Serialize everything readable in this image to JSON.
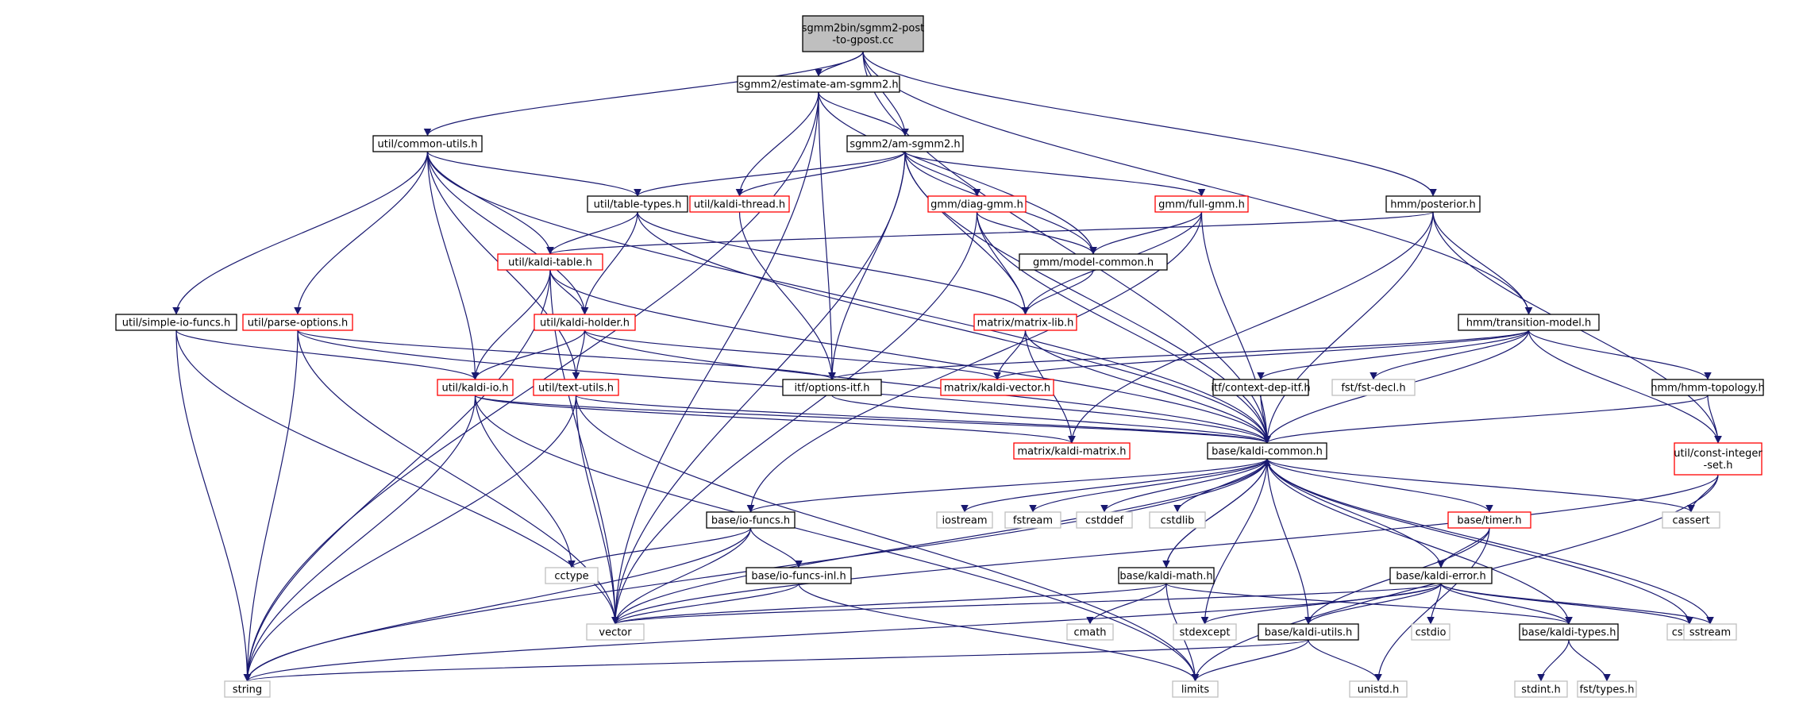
{
  "colors": {
    "edge": "#191970",
    "box_normal": "#000000",
    "box_truncated": "#ff0000",
    "box_external": "#bfbfbf",
    "root_fill": "#bfbfbf"
  },
  "nodes": [
    {
      "id": "root",
      "label": [
        "sgmm2bin/sgmm2-post",
        "-to-gpost.cc"
      ],
      "kind": "root"
    },
    {
      "id": "estimate",
      "label": [
        "sgmm2/estimate-am-sgmm2.h"
      ],
      "kind": "normal"
    },
    {
      "id": "commonutils",
      "label": [
        "util/common-utils.h"
      ],
      "kind": "normal"
    },
    {
      "id": "amsgmm2",
      "label": [
        "sgmm2/am-sgmm2.h"
      ],
      "kind": "normal"
    },
    {
      "id": "posterior",
      "label": [
        "hmm/posterior.h"
      ],
      "kind": "normal"
    },
    {
      "id": "tabletypes",
      "label": [
        "util/table-types.h"
      ],
      "kind": "normal"
    },
    {
      "id": "kaldithread",
      "label": [
        "util/kaldi-thread.h"
      ],
      "kind": "truncated"
    },
    {
      "id": "diaggmm",
      "label": [
        "gmm/diag-gmm.h"
      ],
      "kind": "truncated"
    },
    {
      "id": "fullgmm",
      "label": [
        "gmm/full-gmm.h"
      ],
      "kind": "truncated"
    },
    {
      "id": "kalditable",
      "label": [
        "util/kaldi-table.h"
      ],
      "kind": "truncated"
    },
    {
      "id": "modelcommon",
      "label": [
        "gmm/model-common.h"
      ],
      "kind": "normal"
    },
    {
      "id": "simpleio",
      "label": [
        "util/simple-io-funcs.h"
      ],
      "kind": "normal"
    },
    {
      "id": "parseoptions",
      "label": [
        "util/parse-options.h"
      ],
      "kind": "truncated"
    },
    {
      "id": "kaldiholder",
      "label": [
        "util/kaldi-holder.h"
      ],
      "kind": "truncated"
    },
    {
      "id": "matrixlib",
      "label": [
        "matrix/matrix-lib.h"
      ],
      "kind": "truncated"
    },
    {
      "id": "transmodel",
      "label": [
        "hmm/transition-model.h"
      ],
      "kind": "normal"
    },
    {
      "id": "kaldiio",
      "label": [
        "util/kaldi-io.h"
      ],
      "kind": "truncated"
    },
    {
      "id": "textutils",
      "label": [
        "util/text-utils.h"
      ],
      "kind": "truncated"
    },
    {
      "id": "optionsitf",
      "label": [
        "itf/options-itf.h"
      ],
      "kind": "normal"
    },
    {
      "id": "kaldivector",
      "label": [
        "matrix/kaldi-vector.h"
      ],
      "kind": "truncated"
    },
    {
      "id": "contextdep",
      "label": [
        "itf/context-dep-itf.h"
      ],
      "kind": "normal"
    },
    {
      "id": "fstdecl",
      "label": [
        "fst/fst-decl.h"
      ],
      "kind": "external"
    },
    {
      "id": "hmmtopo",
      "label": [
        "hmm/hmm-topology.h"
      ],
      "kind": "normal"
    },
    {
      "id": "kaldimatrix",
      "label": [
        "matrix/kaldi-matrix.h"
      ],
      "kind": "truncated"
    },
    {
      "id": "kaldicommon",
      "label": [
        "base/kaldi-common.h"
      ],
      "kind": "normal"
    },
    {
      "id": "constint",
      "label": [
        "util/const-integer",
        "-set.h"
      ],
      "kind": "truncated"
    },
    {
      "id": "iofuncs",
      "label": [
        "base/io-funcs.h"
      ],
      "kind": "normal"
    },
    {
      "id": "iostream",
      "label": [
        "iostream"
      ],
      "kind": "external"
    },
    {
      "id": "fstream",
      "label": [
        "fstream"
      ],
      "kind": "external"
    },
    {
      "id": "cstddef",
      "label": [
        "cstddef"
      ],
      "kind": "external"
    },
    {
      "id": "cstdlib",
      "label": [
        "cstdlib"
      ],
      "kind": "external"
    },
    {
      "id": "timer",
      "label": [
        "base/timer.h"
      ],
      "kind": "truncated"
    },
    {
      "id": "cassert",
      "label": [
        "cassert"
      ],
      "kind": "external"
    },
    {
      "id": "cctype",
      "label": [
        "cctype"
      ],
      "kind": "external"
    },
    {
      "id": "iofuncsinl",
      "label": [
        "base/io-funcs-inl.h"
      ],
      "kind": "normal"
    },
    {
      "id": "kaldimath",
      "label": [
        "base/kaldi-math.h"
      ],
      "kind": "normal"
    },
    {
      "id": "kaldierror",
      "label": [
        "base/kaldi-error.h"
      ],
      "kind": "normal"
    },
    {
      "id": "vector",
      "label": [
        "vector"
      ],
      "kind": "external"
    },
    {
      "id": "cmath",
      "label": [
        "cmath"
      ],
      "kind": "external"
    },
    {
      "id": "stdexcept",
      "label": [
        "stdexcept"
      ],
      "kind": "external"
    },
    {
      "id": "kaldiutils",
      "label": [
        "base/kaldi-utils.h"
      ],
      "kind": "normal"
    },
    {
      "id": "cstdio",
      "label": [
        "cstdio"
      ],
      "kind": "external"
    },
    {
      "id": "kalditypes",
      "label": [
        "base/kaldi-types.h"
      ],
      "kind": "normal"
    },
    {
      "id": "cstring",
      "label": [
        "cstring"
      ],
      "kind": "external"
    },
    {
      "id": "sstream",
      "label": [
        "sstream"
      ],
      "kind": "external"
    },
    {
      "id": "string",
      "label": [
        "string"
      ],
      "kind": "external"
    },
    {
      "id": "limits",
      "label": [
        "limits"
      ],
      "kind": "external"
    },
    {
      "id": "unistd",
      "label": [
        "unistd.h"
      ],
      "kind": "external"
    },
    {
      "id": "stdint",
      "label": [
        "stdint.h"
      ],
      "kind": "external"
    },
    {
      "id": "fsttypes",
      "label": [
        "fst/types.h"
      ],
      "kind": "external"
    }
  ],
  "edges": [
    [
      "root",
      "estimate"
    ],
    [
      "root",
      "commonutils"
    ],
    [
      "root",
      "amsgmm2"
    ],
    [
      "root",
      "posterior"
    ],
    [
      "root",
      "transmodel"
    ],
    [
      "root",
      "kaldicommon"
    ],
    [
      "estimate",
      "amsgmm2"
    ],
    [
      "estimate",
      "kaldithread"
    ],
    [
      "estimate",
      "optionsitf"
    ],
    [
      "estimate",
      "modelcommon"
    ],
    [
      "estimate",
      "string"
    ],
    [
      "estimate",
      "vector"
    ],
    [
      "commonutils",
      "tabletypes"
    ],
    [
      "commonutils",
      "kalditable"
    ],
    [
      "commonutils",
      "simpleio"
    ],
    [
      "commonutils",
      "parseoptions"
    ],
    [
      "commonutils",
      "kaldiholder"
    ],
    [
      "commonutils",
      "kaldiio"
    ],
    [
      "commonutils",
      "textutils"
    ],
    [
      "commonutils",
      "kaldicommon"
    ],
    [
      "amsgmm2",
      "tabletypes"
    ],
    [
      "amsgmm2",
      "kaldithread"
    ],
    [
      "amsgmm2",
      "diaggmm"
    ],
    [
      "amsgmm2",
      "fullgmm"
    ],
    [
      "amsgmm2",
      "modelcommon"
    ],
    [
      "amsgmm2",
      "matrixlib"
    ],
    [
      "amsgmm2",
      "optionsitf"
    ],
    [
      "amsgmm2",
      "kaldicommon"
    ],
    [
      "amsgmm2",
      "vector"
    ],
    [
      "posterior",
      "kalditable"
    ],
    [
      "posterior",
      "transmodel"
    ],
    [
      "posterior",
      "kaldicommon"
    ],
    [
      "posterior",
      "kaldimatrix"
    ],
    [
      "posterior",
      "constint"
    ],
    [
      "tabletypes",
      "kalditable"
    ],
    [
      "tabletypes",
      "kaldiholder"
    ],
    [
      "tabletypes",
      "matrixlib"
    ],
    [
      "tabletypes",
      "kaldicommon"
    ],
    [
      "kaldithread",
      "optionsitf"
    ],
    [
      "diaggmm",
      "modelcommon"
    ],
    [
      "diaggmm",
      "matrixlib"
    ],
    [
      "diaggmm",
      "kaldicommon"
    ],
    [
      "diaggmm",
      "vector"
    ],
    [
      "fullgmm",
      "modelcommon"
    ],
    [
      "fullgmm",
      "matrixlib"
    ],
    [
      "fullgmm",
      "kaldicommon"
    ],
    [
      "fullgmm",
      "iofuncs"
    ],
    [
      "kalditable",
      "kaldiholder"
    ],
    [
      "kalditable",
      "kaldiio"
    ],
    [
      "kalditable",
      "kaldicommon"
    ],
    [
      "kalditable",
      "string"
    ],
    [
      "kalditable",
      "vector"
    ],
    [
      "modelcommon",
      "matrixlib"
    ],
    [
      "simpleio",
      "kaldiio"
    ],
    [
      "simpleio",
      "string"
    ],
    [
      "simpleio",
      "vector"
    ],
    [
      "parseoptions",
      "optionsitf"
    ],
    [
      "parseoptions",
      "kaldicommon"
    ],
    [
      "parseoptions",
      "string"
    ],
    [
      "parseoptions",
      "vector"
    ],
    [
      "kaldiholder",
      "kaldiio"
    ],
    [
      "kaldiholder",
      "textutils"
    ],
    [
      "kaldiholder",
      "kaldivector"
    ],
    [
      "kaldiholder",
      "kaldicommon"
    ],
    [
      "matrixlib",
      "kaldivector"
    ],
    [
      "matrixlib",
      "kaldimatrix"
    ],
    [
      "matrixlib",
      "kaldicommon"
    ],
    [
      "transmodel",
      "optionsitf"
    ],
    [
      "transmodel",
      "kaldivector"
    ],
    [
      "transmodel",
      "contextdep"
    ],
    [
      "transmodel",
      "fstdecl"
    ],
    [
      "transmodel",
      "hmmtopo"
    ],
    [
      "transmodel",
      "kaldicommon"
    ],
    [
      "transmodel",
      "constint"
    ],
    [
      "kaldiio",
      "kaldicommon"
    ],
    [
      "kaldiio",
      "kaldimatrix"
    ],
    [
      "kaldiio",
      "cctype"
    ],
    [
      "kaldiio",
      "limits"
    ],
    [
      "kaldiio",
      "string"
    ],
    [
      "textutils",
      "kaldicommon"
    ],
    [
      "textutils",
      "limits"
    ],
    [
      "textutils",
      "string"
    ],
    [
      "textutils",
      "vector"
    ],
    [
      "optionsitf",
      "kaldicommon"
    ],
    [
      "contextdep",
      "kaldicommon"
    ],
    [
      "hmmtopo",
      "kaldicommon"
    ],
    [
      "hmmtopo",
      "constint"
    ],
    [
      "constint",
      "cassert"
    ],
    [
      "constint",
      "vector"
    ],
    [
      "constint",
      "limits"
    ],
    [
      "kaldicommon",
      "iofuncs"
    ],
    [
      "kaldicommon",
      "iostream"
    ],
    [
      "kaldicommon",
      "fstream"
    ],
    [
      "kaldicommon",
      "cstddef"
    ],
    [
      "kaldicommon",
      "cstdlib"
    ],
    [
      "kaldicommon",
      "timer"
    ],
    [
      "kaldicommon",
      "cassert"
    ],
    [
      "kaldicommon",
      "kaldimath"
    ],
    [
      "kaldicommon",
      "kaldierror"
    ],
    [
      "kaldicommon",
      "kaldiutils"
    ],
    [
      "kaldicommon",
      "kalditypes"
    ],
    [
      "kaldicommon",
      "cstring"
    ],
    [
      "kaldicommon",
      "sstream"
    ],
    [
      "kaldicommon",
      "stdexcept"
    ],
    [
      "kaldicommon",
      "string"
    ],
    [
      "kaldicommon",
      "vector"
    ],
    [
      "iofuncs",
      "cctype"
    ],
    [
      "iofuncs",
      "iofuncsinl"
    ],
    [
      "iofuncs",
      "vector"
    ],
    [
      "iofuncs",
      "string"
    ],
    [
      "iofuncsinl",
      "vector"
    ],
    [
      "iofuncsinl",
      "limits"
    ],
    [
      "timer",
      "kaldierror"
    ],
    [
      "timer",
      "kaldiutils"
    ],
    [
      "timer",
      "unistd"
    ],
    [
      "kaldimath",
      "kaldicommon"
    ],
    [
      "kaldimath",
      "vector"
    ],
    [
      "kaldimath",
      "cmath"
    ],
    [
      "kaldimath",
      "limits"
    ],
    [
      "kaldimath",
      "kalditypes"
    ],
    [
      "kaldierror",
      "vector"
    ],
    [
      "kaldierror",
      "stdexcept"
    ],
    [
      "kaldierror",
      "kaldiutils"
    ],
    [
      "kaldierror",
      "cstdio"
    ],
    [
      "kaldierror",
      "kalditypes"
    ],
    [
      "kaldierror",
      "cstring"
    ],
    [
      "kaldierror",
      "sstream"
    ],
    [
      "kaldierror",
      "string"
    ],
    [
      "kaldiutils",
      "string"
    ],
    [
      "kaldiutils",
      "limits"
    ],
    [
      "kaldiutils",
      "unistd"
    ],
    [
      "kalditypes",
      "stdint"
    ],
    [
      "kalditypes",
      "fsttypes"
    ]
  ]
}
